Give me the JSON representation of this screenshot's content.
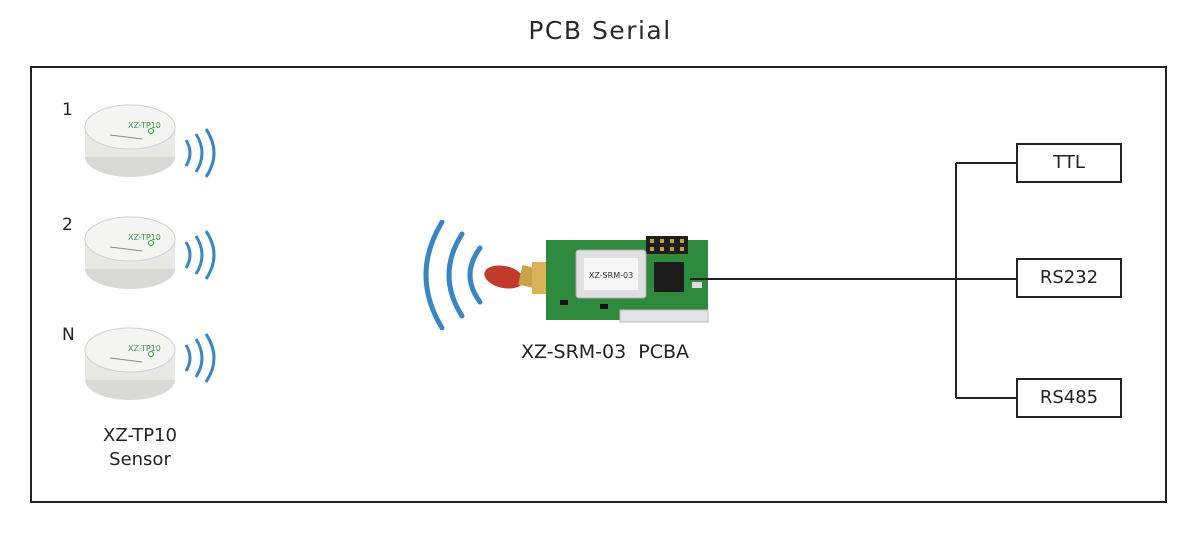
{
  "title": "PCB Serial",
  "sensors": {
    "labels": [
      "1",
      "2",
      "N"
    ],
    "device_text": "XZ-TP10",
    "caption_line1": "XZ-TP10",
    "caption_line2": "Sensor"
  },
  "pcba": {
    "board_label": "XZ-SRM-03",
    "caption": "XZ-SRM-03  PCBA"
  },
  "outputs": [
    "TTL",
    "RS232",
    "RS485"
  ],
  "colors": {
    "wave": "#3a86c4",
    "board": "#2f8a3e",
    "antenna": "#c23a2a",
    "line": "#222222"
  }
}
